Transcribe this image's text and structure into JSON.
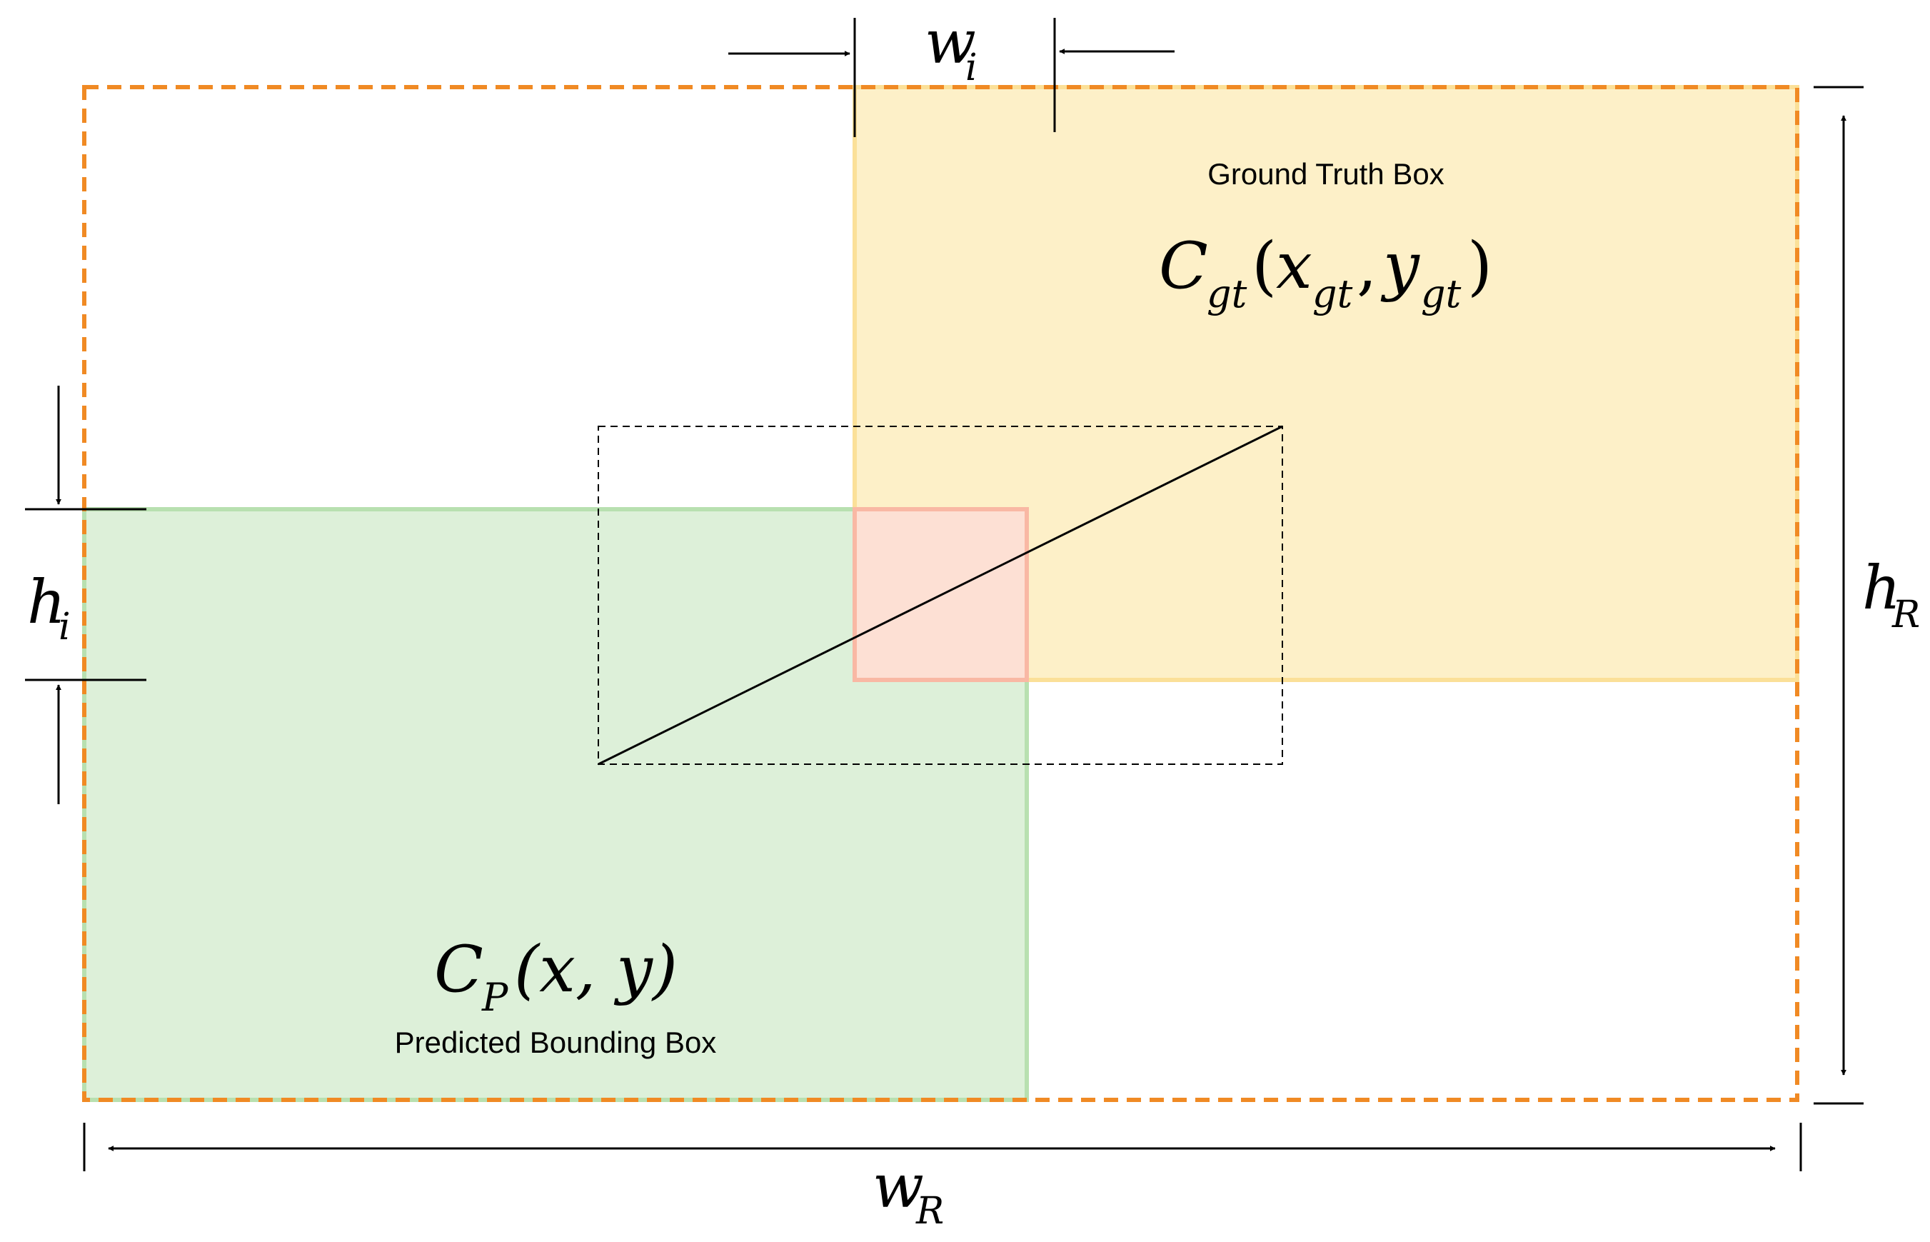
{
  "colors": {
    "ground_truth_fill": "#fdf0c8",
    "ground_truth_stroke": "#fbe098",
    "predicted_fill": "#ddf0d9",
    "predicted_stroke": "#b8e0b0",
    "intersection_fill": "#fde0d4",
    "intersection_stroke": "#f9b8a4",
    "enclosing_box_stroke": "#f08a24",
    "line": "#000000"
  },
  "labels": {
    "ground_truth": "Ground Truth Box",
    "predicted": "Predicted Bounding Box"
  },
  "math": {
    "cgt_C": "C",
    "cgt_C_sub": "gt",
    "cgt_open": "(",
    "cgt_x": "x",
    "cgt_x_sub": "gt",
    "cgt_comma": ",",
    "cgt_y": "y",
    "cgt_y_sub": "gt",
    "cgt_close": ")",
    "cp_C": "C",
    "cp_C_sub": "P",
    "cp_args": "(x, y)",
    "wi": "w",
    "wi_sub": "i",
    "hi": "h",
    "hi_sub": "i",
    "wR": "w",
    "wR_sub": "R",
    "hR": "h",
    "hR_sub": "R"
  }
}
